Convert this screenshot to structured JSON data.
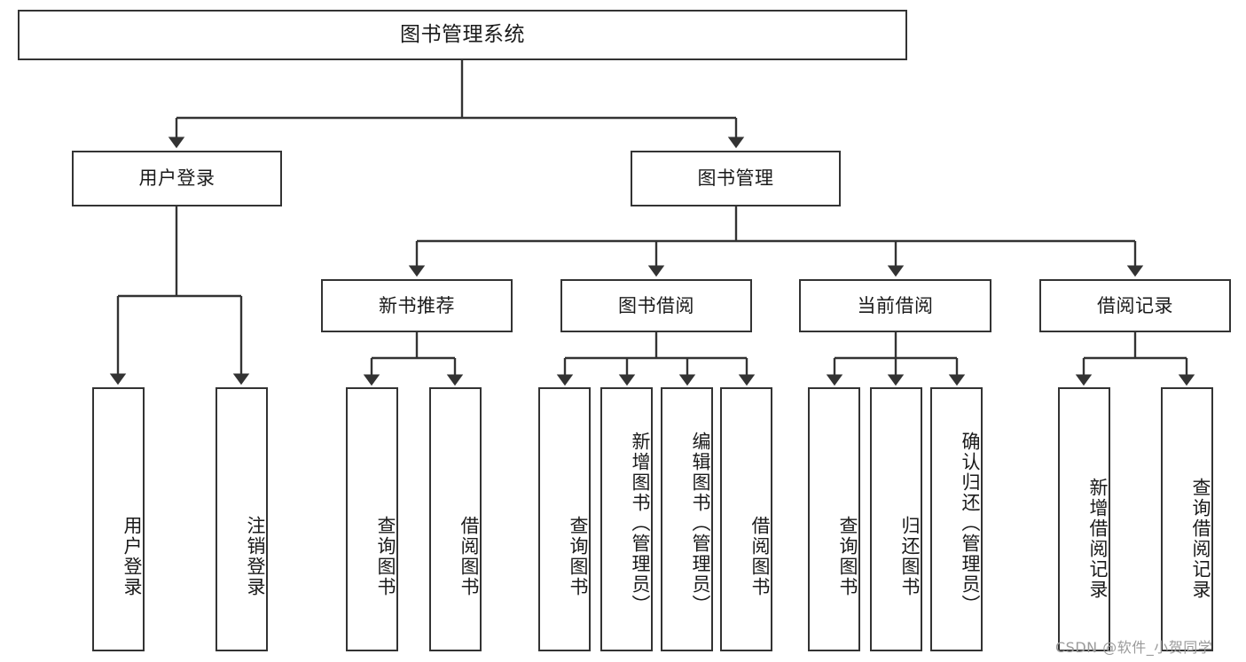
{
  "diagram": {
    "title": "图书管理系统",
    "type": "功能结构图",
    "watermark": "CSDN @软件_小贺同学",
    "stroke_color": "#333333",
    "fill_color": "#ffffff",
    "text_color": "#1a1a1a",
    "watermark_color": "#9b9b9b"
  },
  "nodes": {
    "root": {
      "label": "图书管理系统",
      "level": 1,
      "orientation": "horizontal"
    },
    "user_login": {
      "label": "用户登录",
      "level": 2,
      "orientation": "horizontal"
    },
    "book_manage": {
      "label": "图书管理",
      "level": 2,
      "orientation": "horizontal"
    },
    "new_book_rec": {
      "label": "新书推荐",
      "level": 3,
      "orientation": "horizontal"
    },
    "book_borrow": {
      "label": "图书借阅",
      "level": 3,
      "orientation": "horizontal"
    },
    "current_borrow": {
      "label": "当前借阅",
      "level": 3,
      "orientation": "horizontal"
    },
    "borrow_record": {
      "label": "借阅记录",
      "level": 3,
      "orientation": "horizontal"
    },
    "leaf_user_login": {
      "label": "用户登录",
      "level": 4,
      "orientation": "vertical",
      "parent": "user_login"
    },
    "leaf_logout": {
      "label": "注销登录",
      "level": 4,
      "orientation": "vertical",
      "parent": "user_login"
    },
    "leaf_rec_query": {
      "label": "查询图书",
      "level": 4,
      "orientation": "vertical",
      "parent": "new_book_rec"
    },
    "leaf_rec_borrow": {
      "label": "借阅图书",
      "level": 4,
      "orientation": "vertical",
      "parent": "new_book_rec"
    },
    "leaf_borrow_query": {
      "label": "查询图书",
      "level": 4,
      "orientation": "vertical",
      "parent": "book_borrow"
    },
    "leaf_borrow_add": {
      "label": "新增图书（管理员）",
      "level": 4,
      "orientation": "vertical",
      "parent": "book_borrow"
    },
    "leaf_borrow_edit": {
      "label": "编辑图书（管理员）",
      "level": 4,
      "orientation": "vertical",
      "parent": "book_borrow"
    },
    "leaf_borrow_lend": {
      "label": "借阅图书",
      "level": 4,
      "orientation": "vertical",
      "parent": "book_borrow"
    },
    "leaf_cur_query": {
      "label": "查询图书",
      "level": 4,
      "orientation": "vertical",
      "parent": "current_borrow"
    },
    "leaf_cur_return": {
      "label": "归还图书",
      "level": 4,
      "orientation": "vertical",
      "parent": "current_borrow"
    },
    "leaf_cur_confirm": {
      "label": "确认归还（管理员）",
      "level": 4,
      "orientation": "vertical",
      "parent": "current_borrow"
    },
    "leaf_rec_add": {
      "label": "新增借阅记录",
      "level": 4,
      "orientation": "vertical",
      "parent": "borrow_record"
    },
    "leaf_rec_search": {
      "label": "查询借阅记录",
      "level": 4,
      "orientation": "vertical",
      "parent": "borrow_record"
    }
  }
}
